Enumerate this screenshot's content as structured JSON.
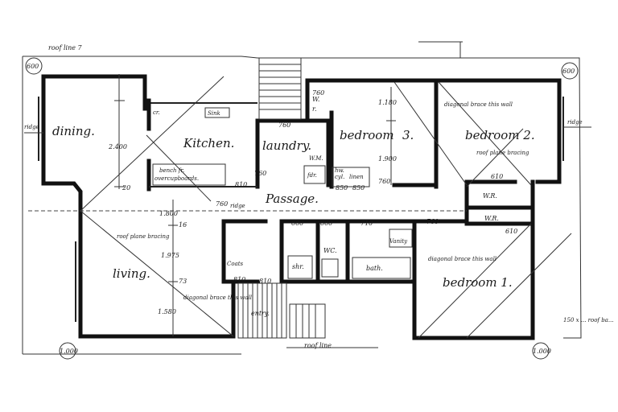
{
  "rooms": {
    "dining": "dining.",
    "kitchen": "Kitchen.",
    "laundry": "laundry.",
    "bedroom3": "bedroom",
    "bedroom3_num": "3.",
    "bedroom2": "bedroom 2.",
    "living": "living.",
    "bedroom1": "bedroom 1.",
    "passage": "Passage.",
    "entry": "entry.",
    "bath": "bath.",
    "shr": "shr.",
    "wc": "WC.",
    "vanity": "Vanity",
    "coats": "Coats"
  },
  "notes": {
    "roof_line_top": "roof line 7",
    "roof_line_bottom": "roof line",
    "sink": "Sink",
    "bench": "bench fr.",
    "overcupboards": "overcupboards.",
    "cr": "cr.",
    "wm": "W.M.",
    "fdr": "fdr.",
    "hw": "hw.",
    "cyl": "cyl.",
    "linen": "linen",
    "w": "W.",
    "r": "r.",
    "wr": "W.R.",
    "ridge_left": "ridge",
    "ridge_right": "ridge",
    "ridge_mid": "ridge",
    "diag_brace_bed2": "diagonal brace this wall",
    "roof_plane_bed2": "roof plane bracing",
    "roof_plane_living": "roof plane bracing",
    "diag_brace_living": "diagonal brace this wall",
    "diag_brace_bed1": "diagonal brace this wall",
    "note_right": "150 x ... roof ba..."
  },
  "dimensions": {
    "d600_tl": "600",
    "d600_tr": "600",
    "d1000_bl": "1.000",
    "d1000_br": "1.000",
    "d2400": "2.400",
    "d1800": "1.800",
    "d1975": "1.975",
    "d1580": "1.580",
    "d1180": "1.180",
    "d1900": "1.900",
    "d810a": "810",
    "d810b": "810",
    "d760a": "760",
    "d760b": "760",
    "d760c": "760",
    "d760d": "760",
    "d760e": "760",
    "d760f": "760",
    "d660a": "660",
    "d660b": "660",
    "d710": "710",
    "d610a": "610",
    "d610b": "610",
    "d850a": "850",
    "d850b": "850",
    "d810c": "810",
    "d20": "20",
    "d16": "16",
    "d73": "73"
  }
}
